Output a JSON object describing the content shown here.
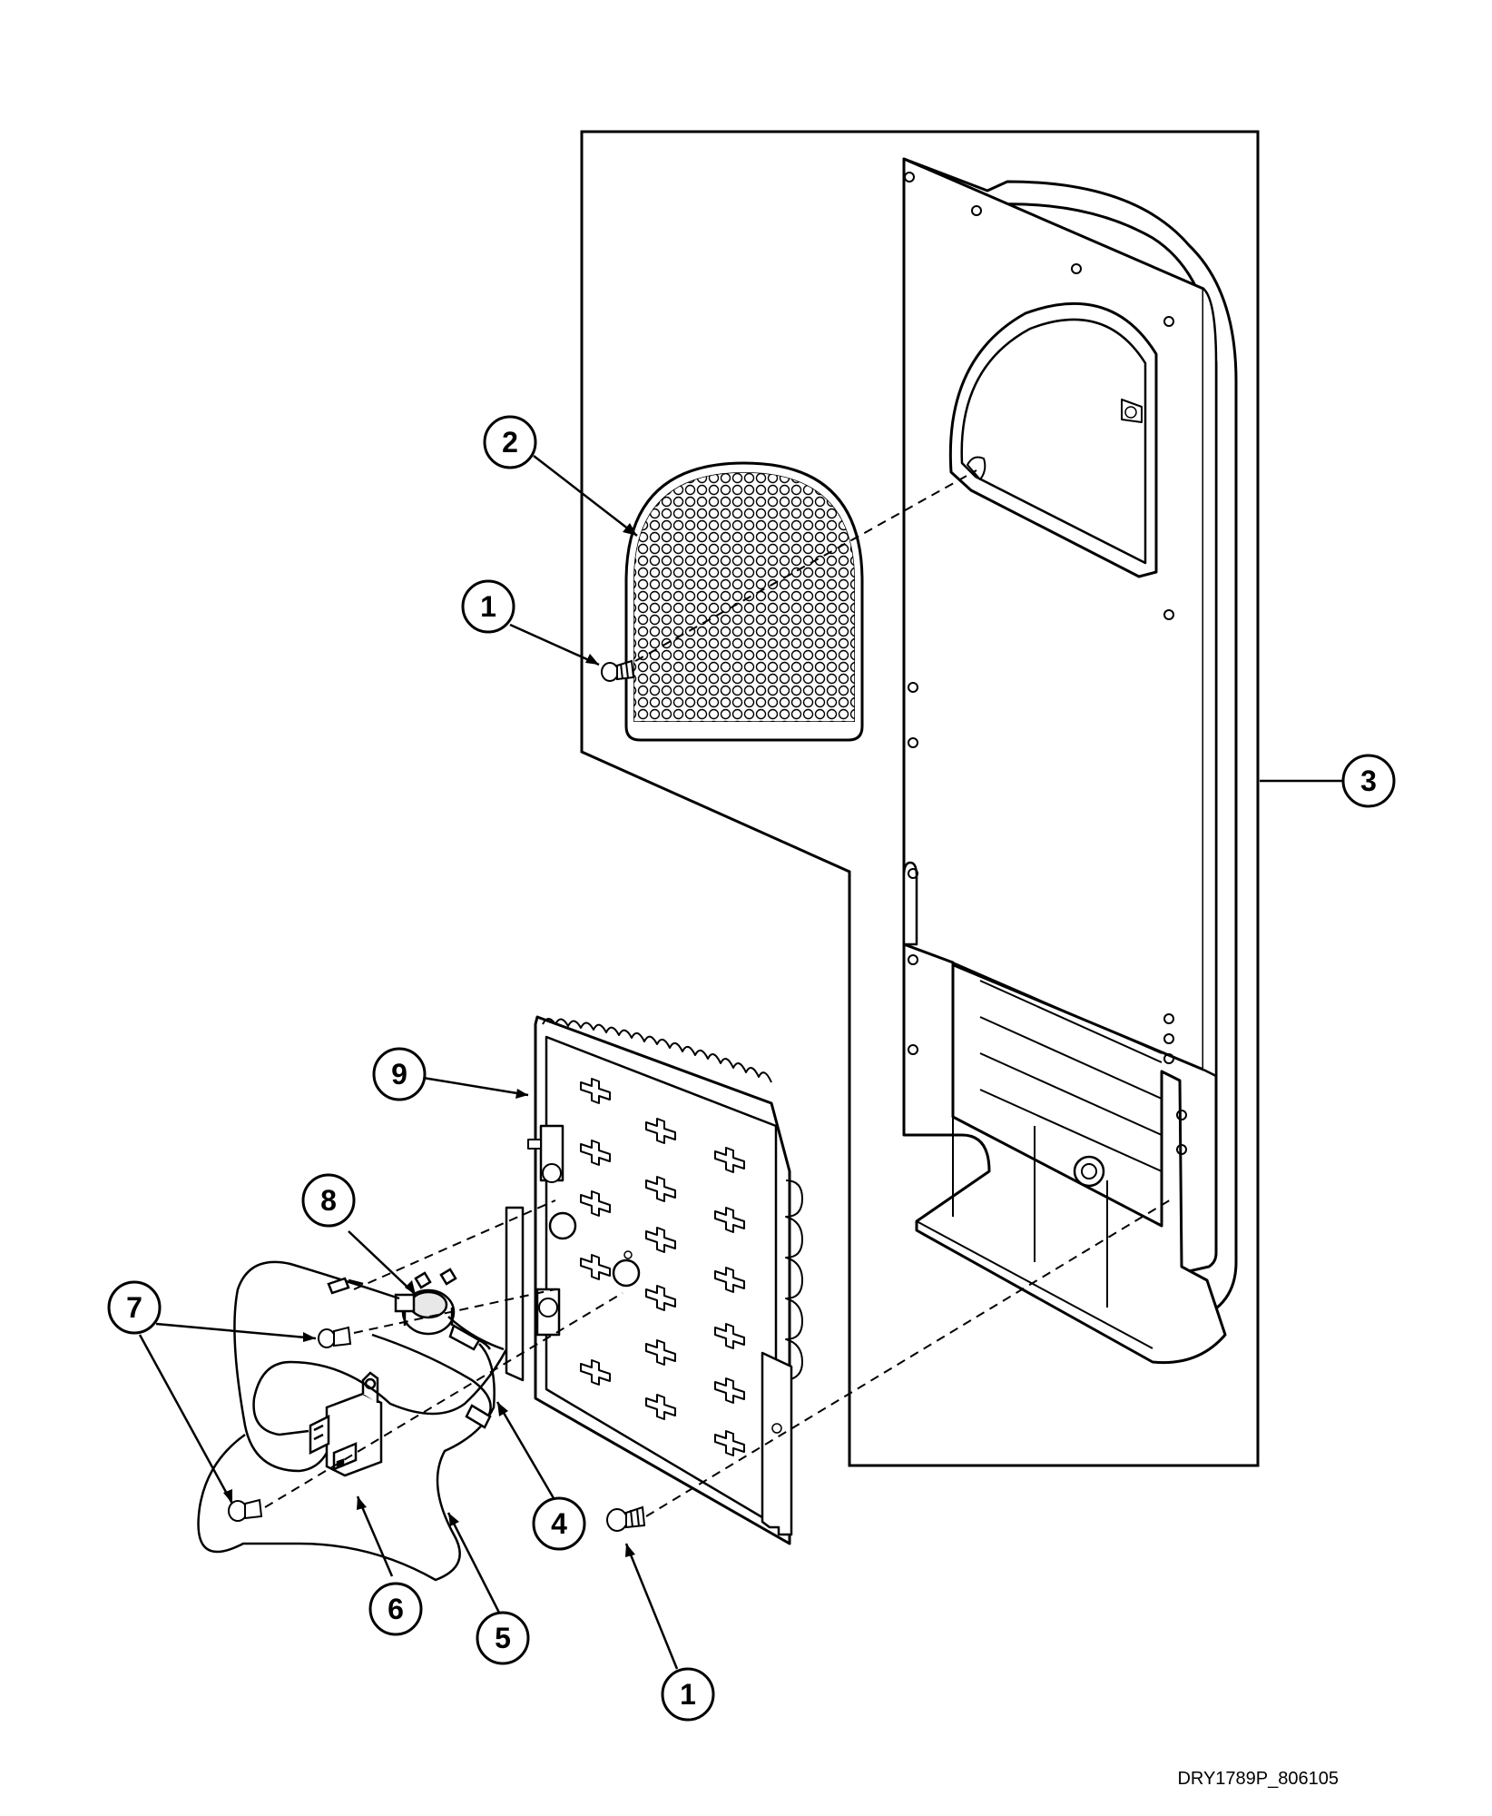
{
  "figure": {
    "drawing_id": "DRY1789P_806105"
  },
  "callouts": [
    {
      "id": "c2",
      "number": "2"
    },
    {
      "id": "c1a",
      "number": "1"
    },
    {
      "id": "c3",
      "number": "3"
    },
    {
      "id": "c9",
      "number": "9"
    },
    {
      "id": "c8",
      "number": "8"
    },
    {
      "id": "c7",
      "number": "7"
    },
    {
      "id": "c4",
      "number": "4"
    },
    {
      "id": "c6",
      "number": "6"
    },
    {
      "id": "c5",
      "number": "5"
    },
    {
      "id": "c1b",
      "number": "1"
    }
  ],
  "colors": {
    "line": "#000000",
    "fill": "#ffffff",
    "part_shade": "#e8e8e8"
  }
}
